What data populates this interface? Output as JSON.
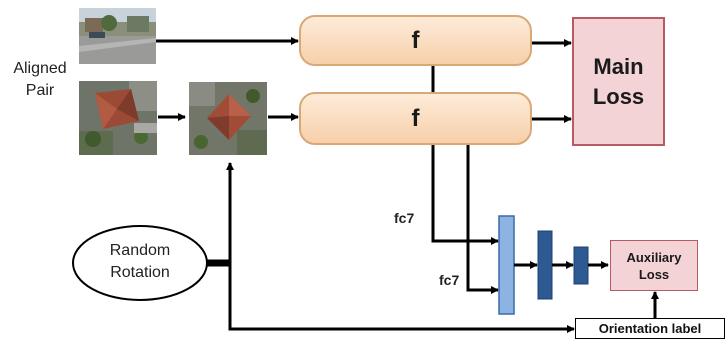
{
  "input_label": "Aligned\nPair",
  "branches": {
    "top_label": "f",
    "bottom_label": "f"
  },
  "main_loss": "Main\nLoss",
  "random_rotation": "Random\nRotation",
  "fc7_label_upper": "fc7",
  "fc7_label_lower": "fc7",
  "auxiliary_loss": "Auxiliary\nLoss",
  "orientation_label": "Orientation label",
  "colors": {
    "f_fill": "#f9dcc0",
    "f_border": "#d9a877",
    "loss_fill": "#f3d3d6",
    "loss_border": "#b65a66",
    "fc_light": "#8db3e2",
    "fc_dark": "#2e5a94"
  }
}
